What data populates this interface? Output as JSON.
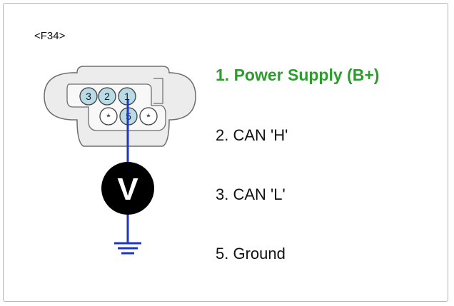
{
  "connector": {
    "label": "<F34>",
    "row_top": [
      "3",
      "2",
      "1"
    ],
    "row_bottom": [
      "*",
      "5",
      "*"
    ]
  },
  "meter": {
    "symbol": "V",
    "icon": "voltmeter-icon"
  },
  "legend": {
    "items": [
      "1. Power Supply (B+)",
      "2. CAN 'H'",
      "3. CAN 'L'",
      "5. Ground"
    ],
    "active_index": 0
  },
  "colors": {
    "highlight_text": "#2e9b2e",
    "probe_wire": "#1f35c8",
    "pin_fill": "#b9dbe6",
    "meter_fill": "#000000"
  }
}
